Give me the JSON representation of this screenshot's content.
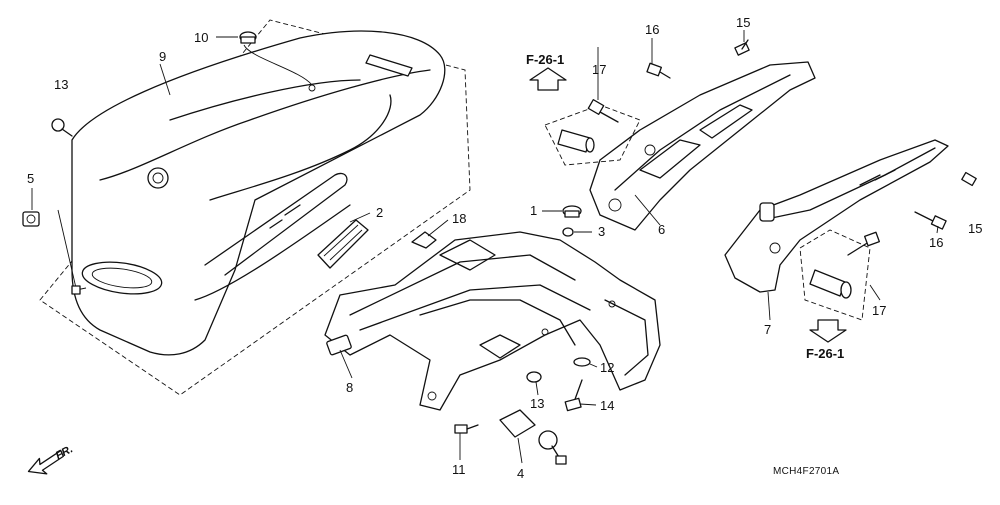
{
  "callouts": {
    "c1": "1",
    "c2": "2",
    "c3": "3",
    "c4": "4",
    "c5": "5",
    "c6": "6",
    "c7": "7",
    "c8": "8",
    "c9": "9",
    "c10": "10",
    "c11": "11",
    "c12": "12",
    "c13a": "13",
    "c13b": "13",
    "c14": "14",
    "c15a": "15",
    "c15b": "15",
    "c16a": "16",
    "c16b": "16",
    "c17a": "17",
    "c17b": "17",
    "c18": "18"
  },
  "refs": {
    "ref_up": "F-26-1",
    "ref_down": "F-26-1"
  },
  "front_marker": "FR.",
  "diagram_code": "MCH4F2701A"
}
